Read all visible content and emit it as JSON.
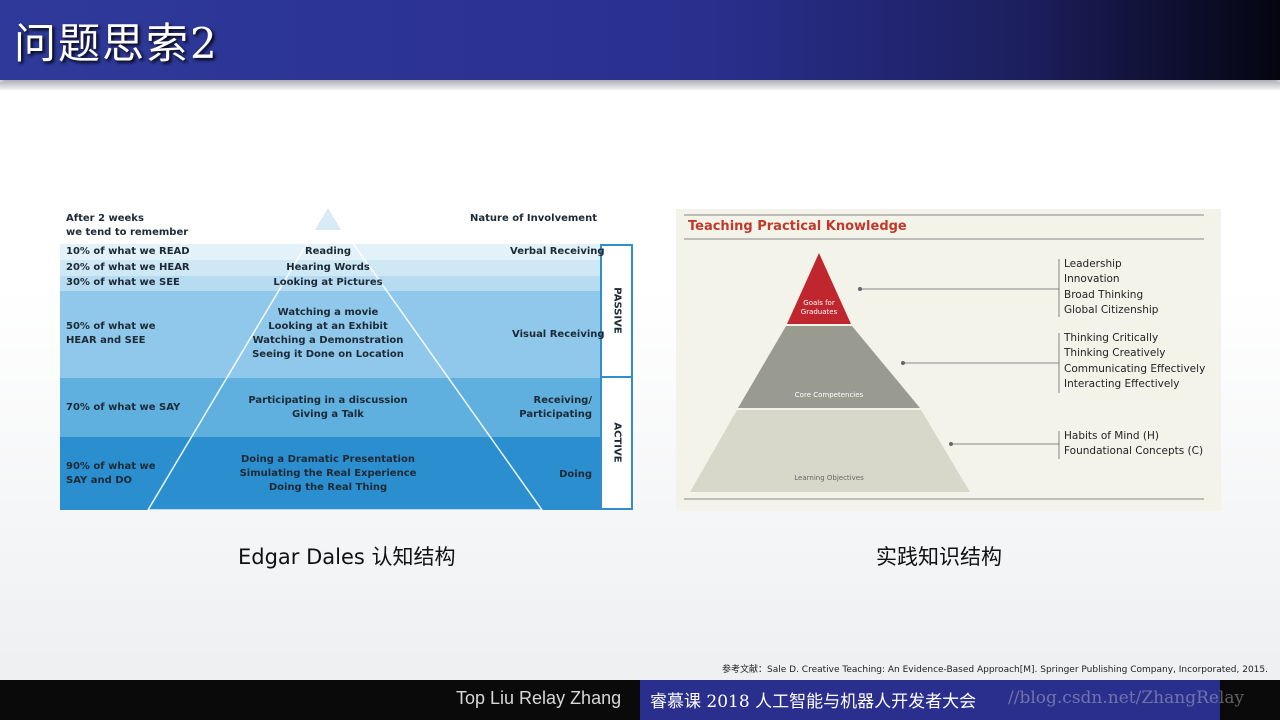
{
  "slide": {
    "title": "问题思索2",
    "caption_left": "Edgar Dales 认知结构",
    "caption_right": "实践知识结构",
    "reference": "参考文献：Sale D. Creative Teaching: An Evidence-Based Approach[M]. Springer Publishing Company, Incorporated, 2015."
  },
  "dale_cone": {
    "header_left_1": "After 2 weeks",
    "header_left_2": "we tend to remember",
    "header_right": "Nature of Involvement",
    "rows": [
      {
        "left": [
          "10% of what we READ"
        ],
        "center": [
          "Reading"
        ],
        "right": [
          "Verbal Receiving"
        ]
      },
      {
        "left": [
          "20% of what we HEAR"
        ],
        "center": [
          "Hearing Words"
        ],
        "right": [
          ""
        ]
      },
      {
        "left": [
          "30% of what we SEE"
        ],
        "center": [
          "Looking at Pictures"
        ],
        "right": [
          ""
        ]
      },
      {
        "left": [
          "50% of what we",
          "HEAR and SEE"
        ],
        "center": [
          "Watching a movie",
          "Looking at an Exhibit",
          "Watching a Demonstration",
          "Seeing it Done on Location"
        ],
        "right": [
          "Visual Receiving"
        ]
      },
      {
        "left": [
          "70% of what we SAY"
        ],
        "center": [
          "Participating in a discussion",
          "Giving a Talk"
        ],
        "right": [
          "Receiving/",
          "Participating"
        ]
      },
      {
        "left": [
          "90% of what we",
          "SAY and DO"
        ],
        "center": [
          "Doing a Dramatic Presentation",
          "Simulating the Real Experience",
          "Doing the Real Thing"
        ],
        "right": [
          "Doing"
        ]
      }
    ],
    "passive_label": "PASSIVE",
    "active_label": "ACTIVE",
    "colors": {
      "row1": "#e3f1fa",
      "row2": "#cfe8f6",
      "row3": "#b7dcf1",
      "row4": "#8fc8ea",
      "row5": "#5fb0de",
      "row6": "#2b8fcf",
      "bracket": "#2e8fca"
    }
  },
  "teaching_pyramid": {
    "title": "Teaching Practical Knowledge",
    "tiers": [
      {
        "label": [
          "Goals for",
          "Graduates"
        ],
        "items": [
          "Leadership",
          "Innovation",
          "Broad Thinking",
          "Global Citizenship"
        ],
        "color": "#c0262d"
      },
      {
        "label": [
          "Core Competencies"
        ],
        "items": [
          "Thinking Critically",
          "Thinking Creatively",
          "Communicating Effectively",
          "Interacting Effectively"
        ],
        "color": "#999b91"
      },
      {
        "label": [
          "Learning Objectives"
        ],
        "items": [
          "Habits of Mind (H)",
          "Foundational Concepts (C)"
        ],
        "color": "#d8d8ca"
      }
    ]
  },
  "footer": {
    "names": "Top Liu  Relay Zhang",
    "event": "睿慕课 2018 人工智能与机器人开发者大会",
    "url": "//blog.csdn.net/ZhangRelay"
  }
}
